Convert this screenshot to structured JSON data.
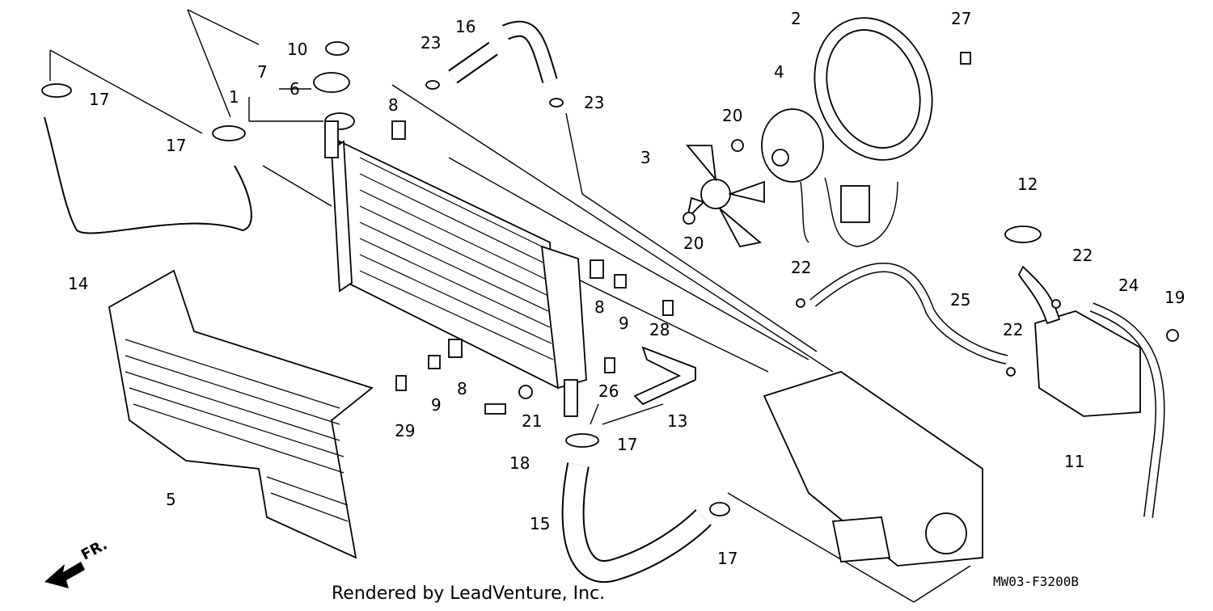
{
  "footer_text": "Rendered by LeadVenture, Inc.",
  "diagram_code": "MW03-F3200B",
  "direction_label": "FR.",
  "labels": {
    "l1": "1",
    "l2": "2",
    "l3": "3",
    "l4": "4",
    "l5": "5",
    "l6": "6",
    "l7": "7",
    "l8a": "8",
    "l8b": "8",
    "l8c": "8",
    "l9a": "9",
    "l9b": "9",
    "l10": "10",
    "l11": "11",
    "l12": "12",
    "l13": "13",
    "l14": "14",
    "l15": "15",
    "l16": "16",
    "l17a": "17",
    "l17b": "17",
    "l17c": "17",
    "l17d": "17",
    "l18": "18",
    "l19": "19",
    "l20a": "20",
    "l20b": "20",
    "l21": "21",
    "l22a": "22",
    "l22b": "22",
    "l22c": "22",
    "l23a": "23",
    "l23b": "23",
    "l24": "24",
    "l25": "25",
    "l26": "26",
    "l27": "27",
    "l28": "28",
    "l29": "29"
  }
}
